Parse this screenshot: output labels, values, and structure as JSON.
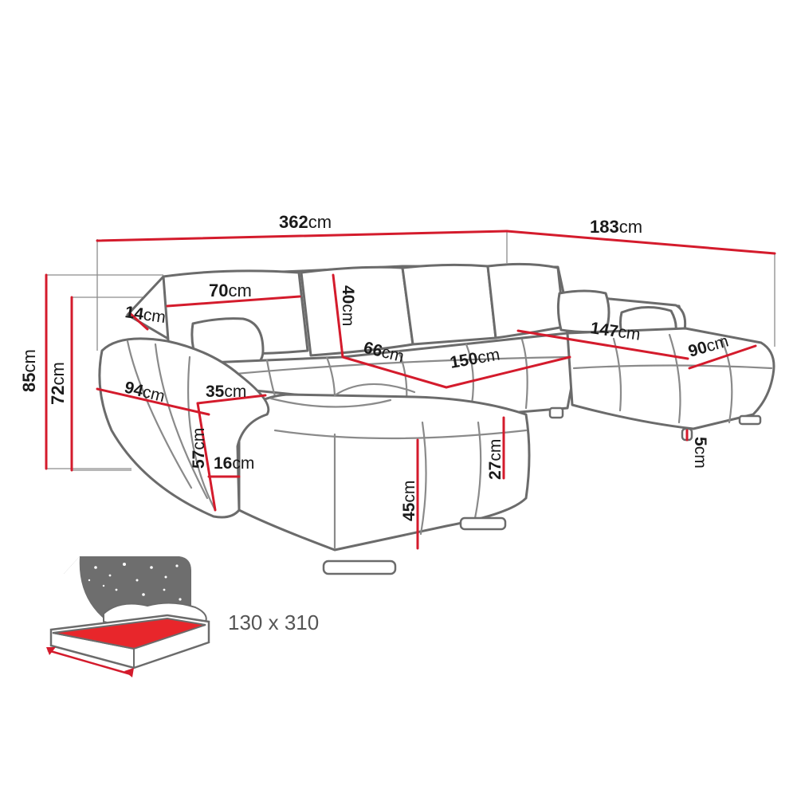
{
  "dimensions": {
    "total_width": {
      "value": "362",
      "unit": "cm"
    },
    "right_depth": {
      "value": "183",
      "unit": "cm"
    },
    "height_total": {
      "value": "85",
      "unit": "cm"
    },
    "height_back": {
      "value": "72",
      "unit": "cm"
    },
    "pillow_width": {
      "value": "70",
      "unit": "cm"
    },
    "armrest_top": {
      "value": "14",
      "unit": "cm"
    },
    "back_cushion_height": {
      "value": "40",
      "unit": "cm"
    },
    "seat_depth": {
      "value": "66",
      "unit": "cm"
    },
    "middle_seat_width": {
      "value": "150",
      "unit": "cm"
    },
    "right_seat_width": {
      "value": "147",
      "unit": "cm"
    },
    "right_seat_depth": {
      "value": "90",
      "unit": "cm"
    },
    "left_length": {
      "value": "94",
      "unit": "cm"
    },
    "armrest_width": {
      "value": "35",
      "unit": "cm"
    },
    "armrest_height": {
      "value": "57",
      "unit": "cm"
    },
    "armrest_bottom": {
      "value": "16",
      "unit": "cm"
    },
    "seat_height": {
      "value": "45",
      "unit": "cm"
    },
    "chaise_cushion": {
      "value": "27",
      "unit": "cm"
    },
    "leg_height": {
      "value": "5",
      "unit": "cm"
    }
  },
  "bed_size": "130 x 310",
  "colors": {
    "measure": "#d41b2c",
    "outline": "#6b6b6b",
    "bed": "#e8262b"
  }
}
